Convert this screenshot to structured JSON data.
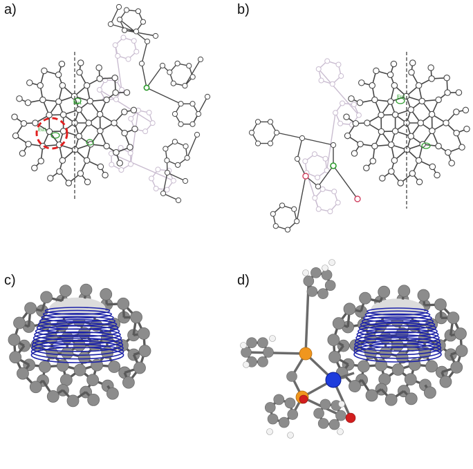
{
  "panels": [
    {
      "label": "a)",
      "atom_labels": [
        "Eu1",
        "Eu1"
      ]
    },
    {
      "label": "b)",
      "atom_labels": [
        "Eu1"
      ]
    },
    {
      "label": "c)"
    },
    {
      "label": "d)"
    }
  ],
  "colors": {
    "ortep_bond": "#444444",
    "ortep_atom": "#ffffff",
    "ghost": "#c9bcd0",
    "metal": "#2a9a2a",
    "highlight": "#e02020",
    "carbon": "#8c8c8c",
    "orbit": "#1c22a8",
    "phosphorus": "#f0961e",
    "oxygen": "#d21e1e",
    "hydrogen": "#f2f2f2",
    "metal_ball": "#1e3cdc"
  }
}
